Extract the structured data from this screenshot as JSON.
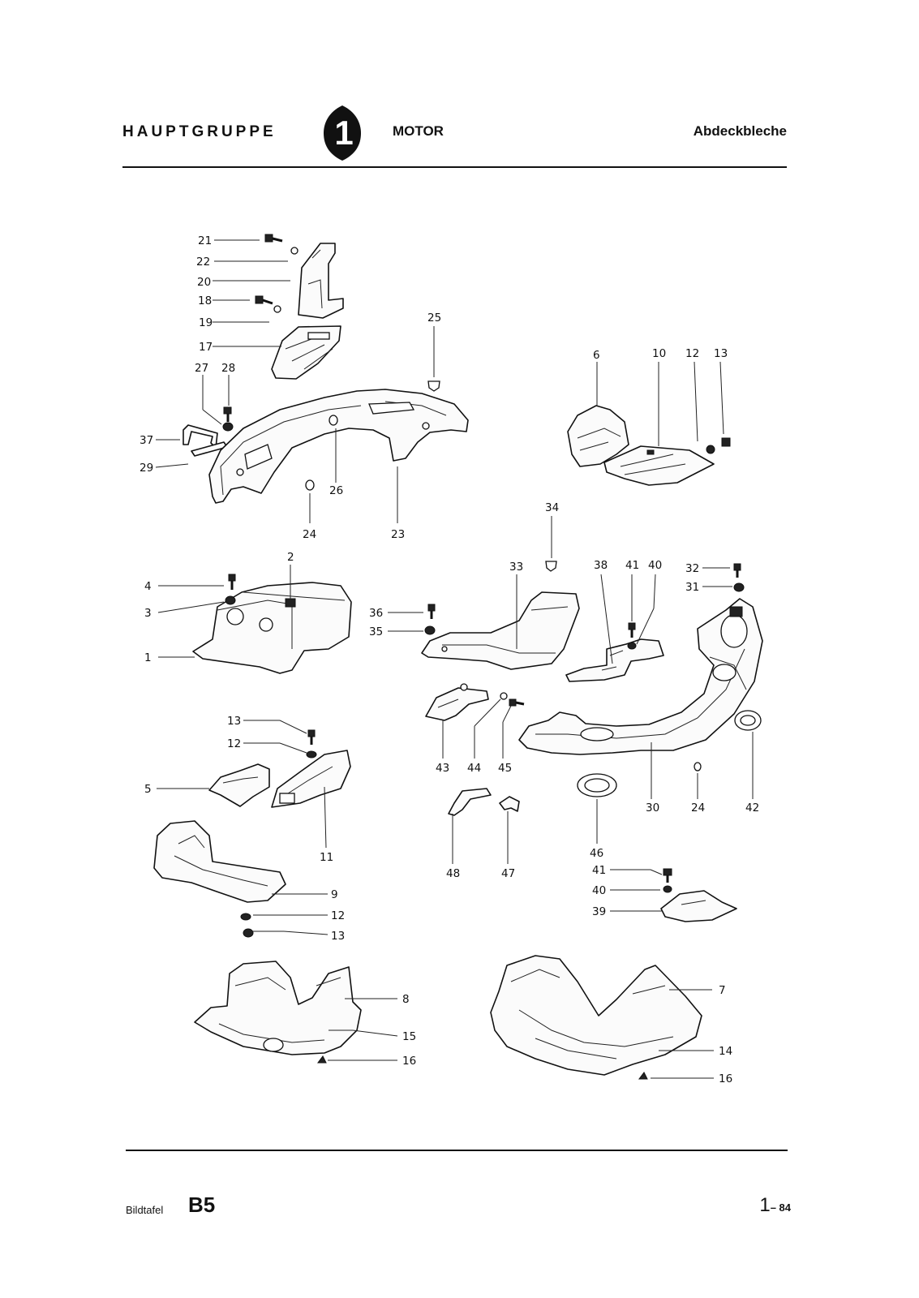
{
  "header": {
    "group_label": "HAUPTGRUPPE",
    "group_number": "1",
    "group_name": "MOTOR",
    "section_title": "Abdeckbleche"
  },
  "callouts": [
    "21",
    "22",
    "20",
    "18",
    "19",
    "17",
    "27",
    "28",
    "37",
    "29",
    "25",
    "26",
    "24",
    "23",
    "6",
    "10",
    "12",
    "13",
    "34",
    "2",
    "4",
    "3",
    "1",
    "33",
    "38",
    "41",
    "40",
    "32",
    "31",
    "36",
    "35",
    "43",
    "44",
    "45",
    "30",
    "24",
    "42",
    "13",
    "12",
    "5",
    "11",
    "9",
    "12",
    "13",
    "48",
    "47",
    "46",
    "41",
    "40",
    "39",
    "8",
    "15",
    "16",
    "7",
    "14",
    "16"
  ],
  "footer": {
    "plate_label": "Bildtafel",
    "plate_code": "B5",
    "page_number": "1",
    "page_suffix": "– 84"
  }
}
